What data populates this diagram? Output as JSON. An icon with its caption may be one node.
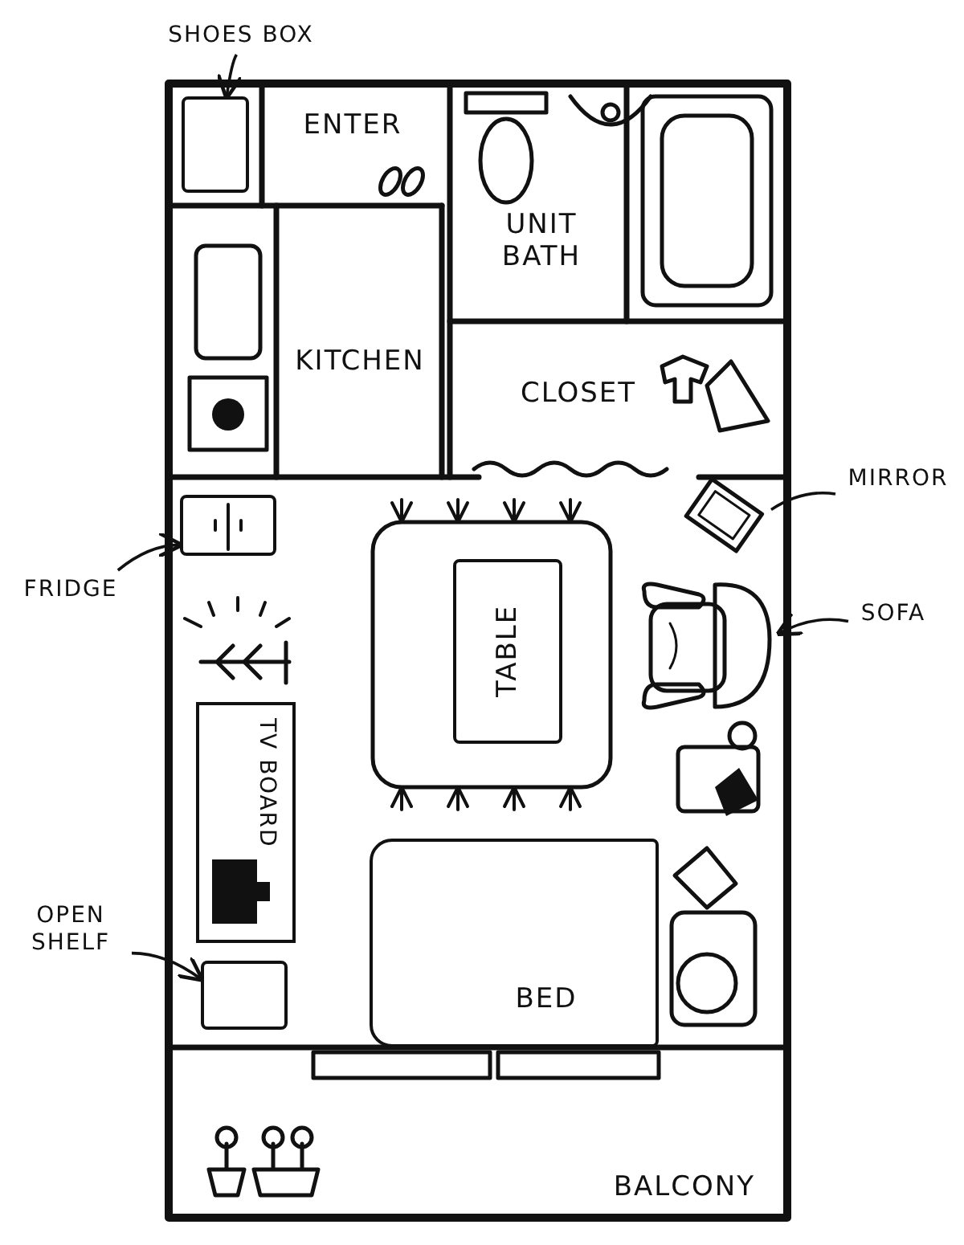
{
  "diagram": {
    "nodes": [
      {
        "text": [
          "SHOES BOX"
        ]
      },
      {
        "text": [],
        "shape": "box"
      },
      {
        "text": [
          "ENTER"
        ]
      },
      {
        "text": [
          "UNIT BATH"
        ]
      },
      {
        "text": [
          "KITCHEN"
        ]
      },
      {
        "text": [
          "CLOSET"
        ]
      },
      {
        "text": [
          "MIRROR"
        ]
      },
      {
        "text": [],
        "shape": "picture"
      },
      {
        "text": [
          "FRIDGE"
        ]
      },
      {
        "text": [],
        "shape": "box"
      },
      {
        "text": [
          "TABLE"
        ]
      },
      {
        "text": [
          "SOFA"
        ]
      },
      {
        "text": [],
        "shape": "picture"
      },
      {
        "text": [
          "TV BOARD"
        ]
      },
      {
        "text": [
          "OPEN SHELF"
        ]
      },
      {
        "text": [],
        "shape": "box"
      },
      {
        "text": [
          "BED"
        ]
      },
      {
        "text": [
          "BALCONY"
        ]
      }
    ],
    "edges": [
      {
        "from": 0,
        "to": 1,
        "arrow": "to"
      },
      {
        "from": 6,
        "to": 7,
        "arrow": "none"
      },
      {
        "from": 8,
        "to": 9,
        "arrow": "to"
      },
      {
        "from": 11,
        "to": 12,
        "arrow": "to"
      },
      {
        "from": 14,
        "to": 15,
        "arrow": "to"
      }
    ]
  }
}
